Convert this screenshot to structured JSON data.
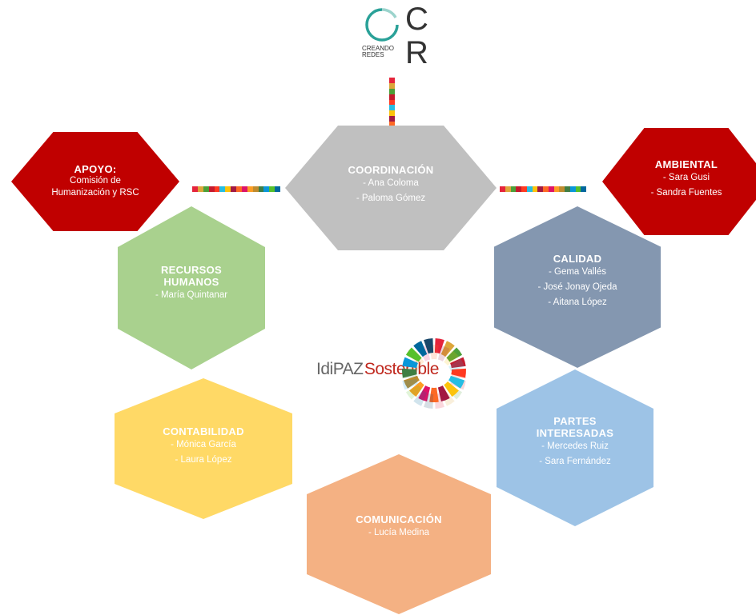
{
  "logo": {
    "letters_top": "C",
    "letters_bottom": "R",
    "text_line1": "CREANDO",
    "text_line2": "REDES"
  },
  "brand": {
    "part1": "Idi",
    "part2": "PAZ",
    "part3": "Sostenible"
  },
  "hexagons": {
    "coordinacion": {
      "title": "COORDINACIÓN",
      "members": [
        "- Ana Coloma",
        "- Paloma Gómez"
      ],
      "color": "#c0c0c0"
    },
    "apoyo": {
      "title": "APOYO:",
      "subtitle": [
        "Comisión de",
        "Humanización y RSC"
      ],
      "color": "#c00000"
    },
    "ambiental": {
      "title": "AMBIENTAL",
      "members": [
        "- Sara Gusi",
        "- Sandra Fuentes"
      ],
      "color": "#c00000"
    },
    "rrhh": {
      "title_lines": [
        "RECURSOS",
        "HUMANOS"
      ],
      "members": [
        "- María Quintanar"
      ],
      "color": "#a9d18e"
    },
    "calidad": {
      "title": "CALIDAD",
      "members": [
        "- Gema Vallés",
        "- José Jonay Ojeda",
        "- Aitana López"
      ],
      "color": "#8497b0"
    },
    "contabilidad": {
      "title": "CONTABILIDAD",
      "members": [
        "- Mónica  García",
        "- Laura López"
      ],
      "color": "#ffd966"
    },
    "partes": {
      "title_lines": [
        "PARTES",
        "INTERESADAS"
      ],
      "members": [
        "- Mercedes  Ruiz",
        "- Sara Fernández"
      ],
      "color": "#9dc3e6"
    },
    "comunicacion": {
      "title": "COMUNICACIÓN",
      "members": [
        "- Lucía Medina"
      ],
      "color": "#f4b183"
    }
  },
  "sdg_colors": [
    "#e5243b",
    "#dda63a",
    "#4c9f38",
    "#c5192d",
    "#ff3a21",
    "#26bde2",
    "#fcc30b",
    "#a21942",
    "#fd6925",
    "#dd1367",
    "#fd9d24",
    "#bf8b2e",
    "#3f7e44",
    "#0a97d9",
    "#56c02b",
    "#00689d",
    "#19486a"
  ]
}
